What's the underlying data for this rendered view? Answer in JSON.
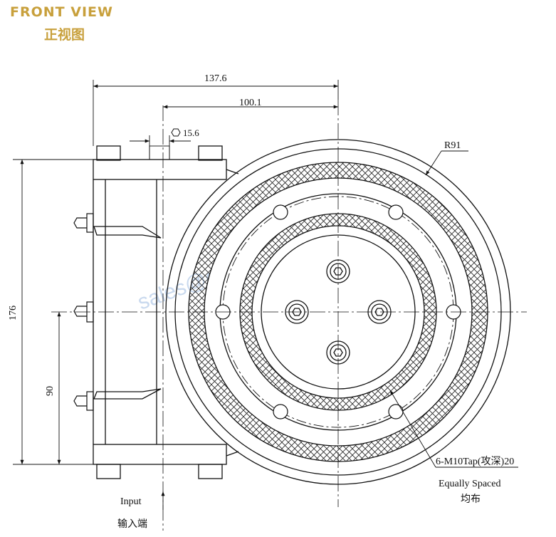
{
  "header": {
    "title_en": "FRONT VIEW",
    "title_zh": "正视图"
  },
  "dimensions": {
    "overall_width": "137.6",
    "center_offset": "100.1",
    "hex": "15.6",
    "radius": "R91",
    "height": "176",
    "shaft_height": "90"
  },
  "callout": {
    "tap": "6-M10Tap(攻深)20",
    "equally_en": "Equally Spaced",
    "equally_zh": "均布"
  },
  "input": {
    "label_en": "Input",
    "label_zh": "输入端"
  },
  "watermark": "sales@evmv-power.net",
  "colors": {
    "title": "#c8a03c",
    "line": "#111111",
    "watermark": "#c9d9ee"
  }
}
